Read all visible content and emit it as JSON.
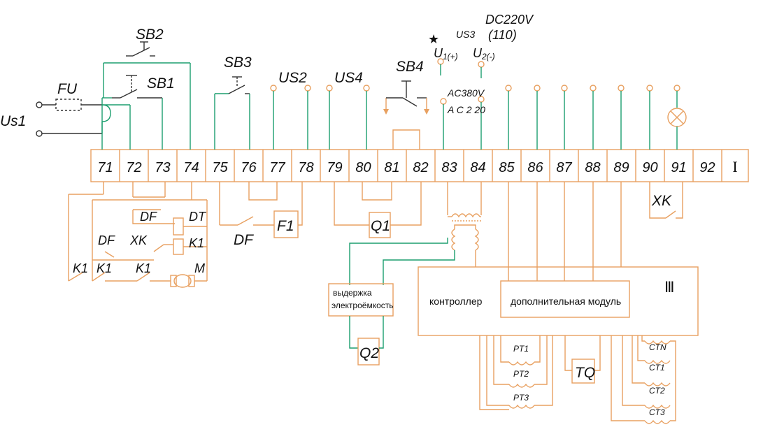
{
  "colors": {
    "orange_wire": "#E8A060",
    "green_wire": "#1B9E6E",
    "text": "#111111"
  },
  "terminal_strip": {
    "terminals": [
      "71",
      "72",
      "73",
      "74",
      "75",
      "76",
      "77",
      "78",
      "79",
      "80",
      "81",
      "82",
      "83",
      "84",
      "85",
      "86",
      "87",
      "88",
      "89",
      "90",
      "91",
      "92"
    ],
    "section_mark": "I"
  },
  "labels": {
    "us1": "Us1",
    "fu": "FU",
    "sb1": "SB1",
    "sb2": "SB2",
    "sb3": "SB3",
    "sb4": "SB4",
    "us2": "US2",
    "us4": "US4",
    "us3": "US3",
    "dc220": "DC220V",
    "dc110": "(110)",
    "u1": "U",
    "u1_sub": "1(+)",
    "u2": "U",
    "u2_sub": "2(-)",
    "ac380": "AC380V",
    "ac220": "A C 2 20",
    "star": "★",
    "xk_top": "XK",
    "xk_left": "XK",
    "df_left": "DF",
    "df_top": "DF",
    "df_mid": "DF",
    "dt": "DT",
    "k1_coil": "K1",
    "k1_a": "K1",
    "k1_b": "K1",
    "k1_c": "K1",
    "m": "M",
    "f1": "F1",
    "q1": "Q1",
    "q2": "Q2",
    "tq": "TQ",
    "pt1": "PT1",
    "pt2": "PT2",
    "pt3": "PT3",
    "ctn": "CTN",
    "ct1": "CT1",
    "ct2": "CT2",
    "ct3": "CT3",
    "delay_line1": "выдержка",
    "delay_line2": "электроёмкость",
    "controller": "контроллер",
    "addon_module": "дополнительная модуль",
    "section_three": "Ⅲ"
  }
}
